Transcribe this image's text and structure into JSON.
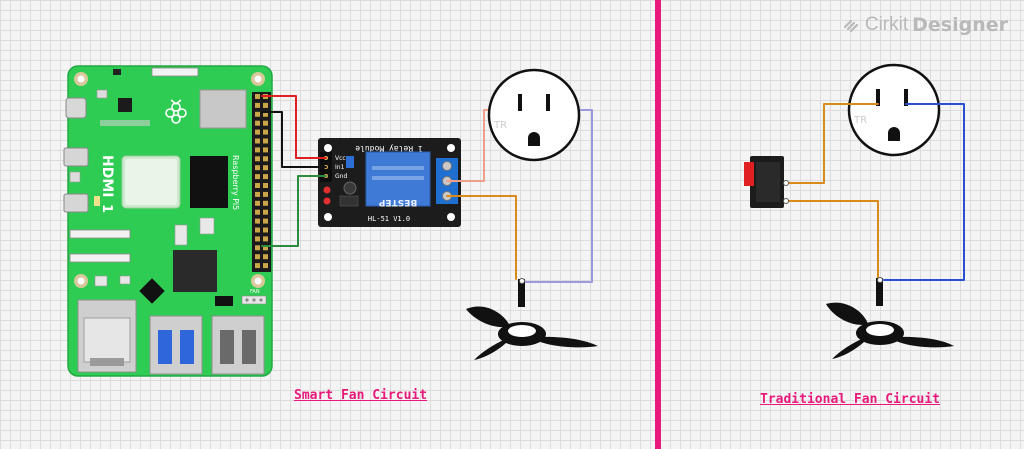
{
  "brand": {
    "name_part1": "Cirkit",
    "name_part2": "Designer",
    "icon": "cirkit-logo-icon"
  },
  "labels": {
    "smart": "Smart Fan Circuit",
    "traditional": "Traditional Fan Circuit"
  },
  "raspberry_pi": {
    "board_name": "Raspberry Pi5",
    "hdmi_text": "HDMI",
    "hdmi_number": "1",
    "fan_label": "FAN"
  },
  "relay": {
    "module_title": "1 Relay Module",
    "pin_vcc": "Vcc",
    "pin_in": "In1",
    "pin_gnd": "Gnd",
    "model": "HL-51 V1.0",
    "relay_brand": "BESTEP"
  },
  "outlet": {
    "hot_marker": "TR"
  },
  "colors": {
    "accent": "#e8197a",
    "board_green": "#2ecc53",
    "wire_red": "#e02020",
    "wire_black": "#111111",
    "wire_green": "#2e8b3e",
    "wire_salmon": "#f0a08a",
    "wire_lavender": "#9b9bdc",
    "wire_orange": "#d88a1a",
    "wire_blue": "#2a4fd0",
    "switch_red": "#e02020"
  }
}
